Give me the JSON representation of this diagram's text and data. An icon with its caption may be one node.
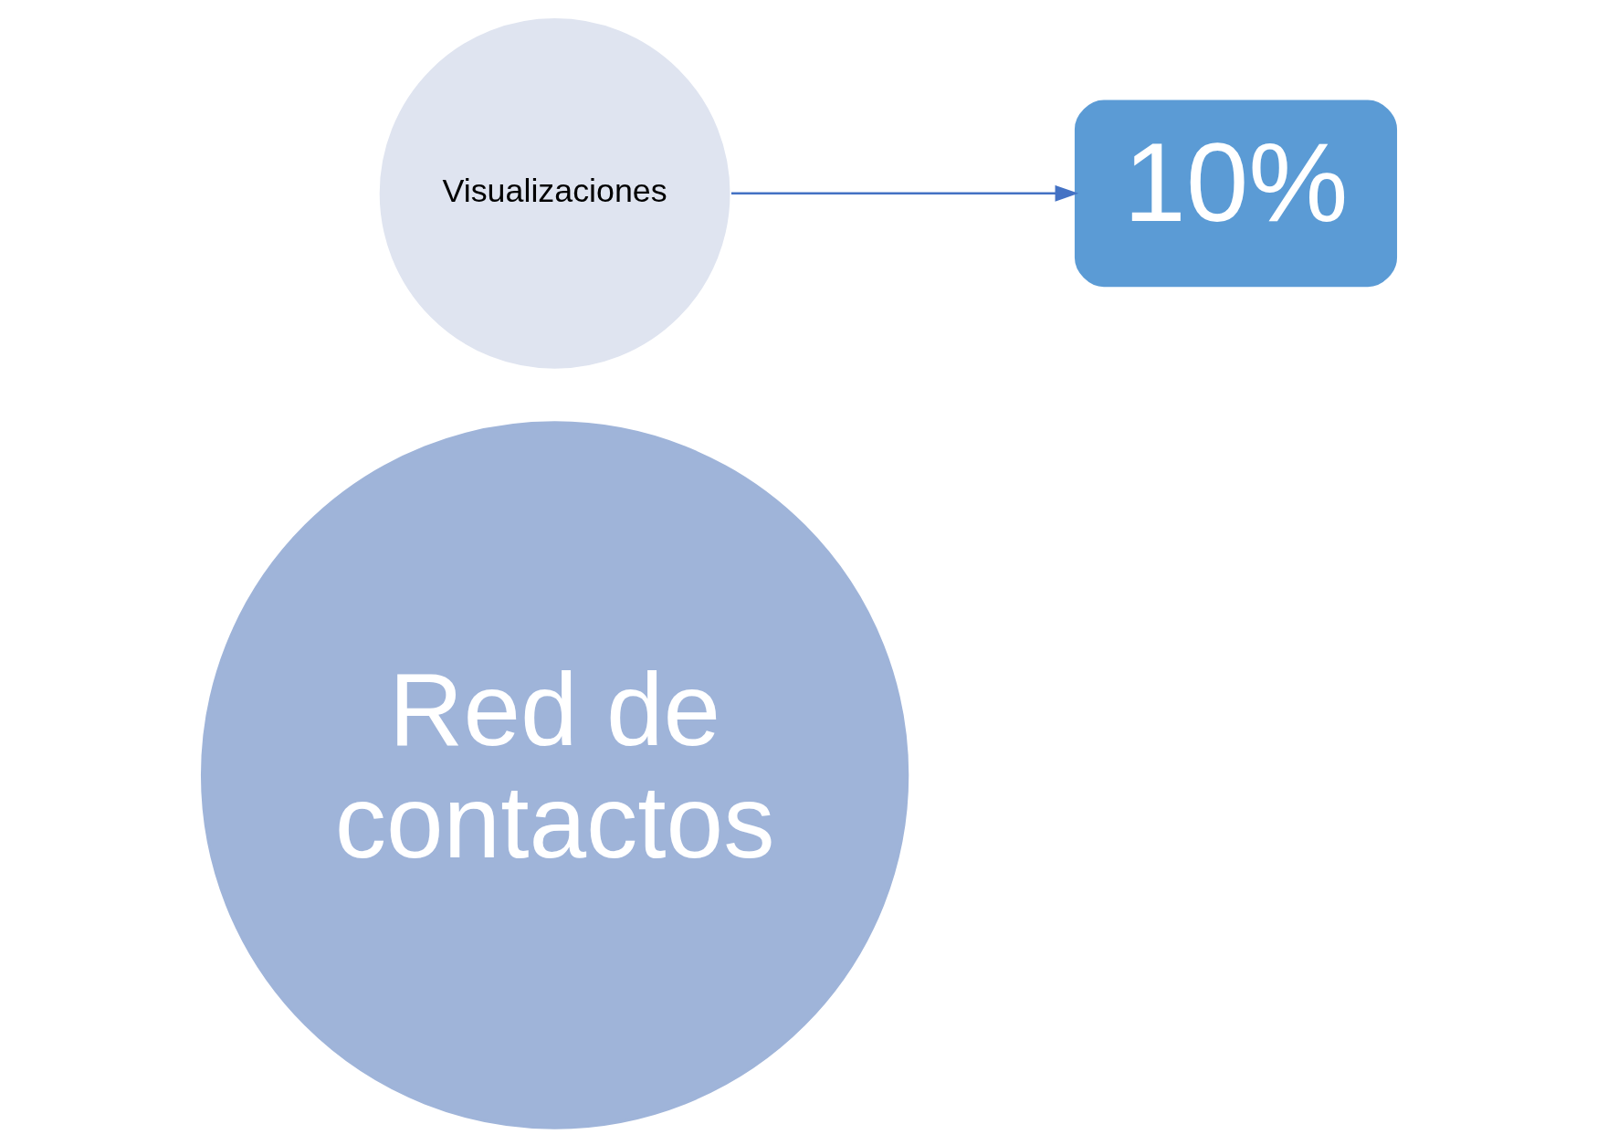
{
  "diagram": {
    "nodes": [
      {
        "text": [
          "Red de contactos"
        ]
      },
      {
        "text": [
          "Visualizaciones"
        ]
      },
      {
        "text": [
          "10%"
        ]
      }
    ],
    "edges": [
      {
        "from": 1,
        "to": 2,
        "arrow": "to"
      }
    ]
  }
}
